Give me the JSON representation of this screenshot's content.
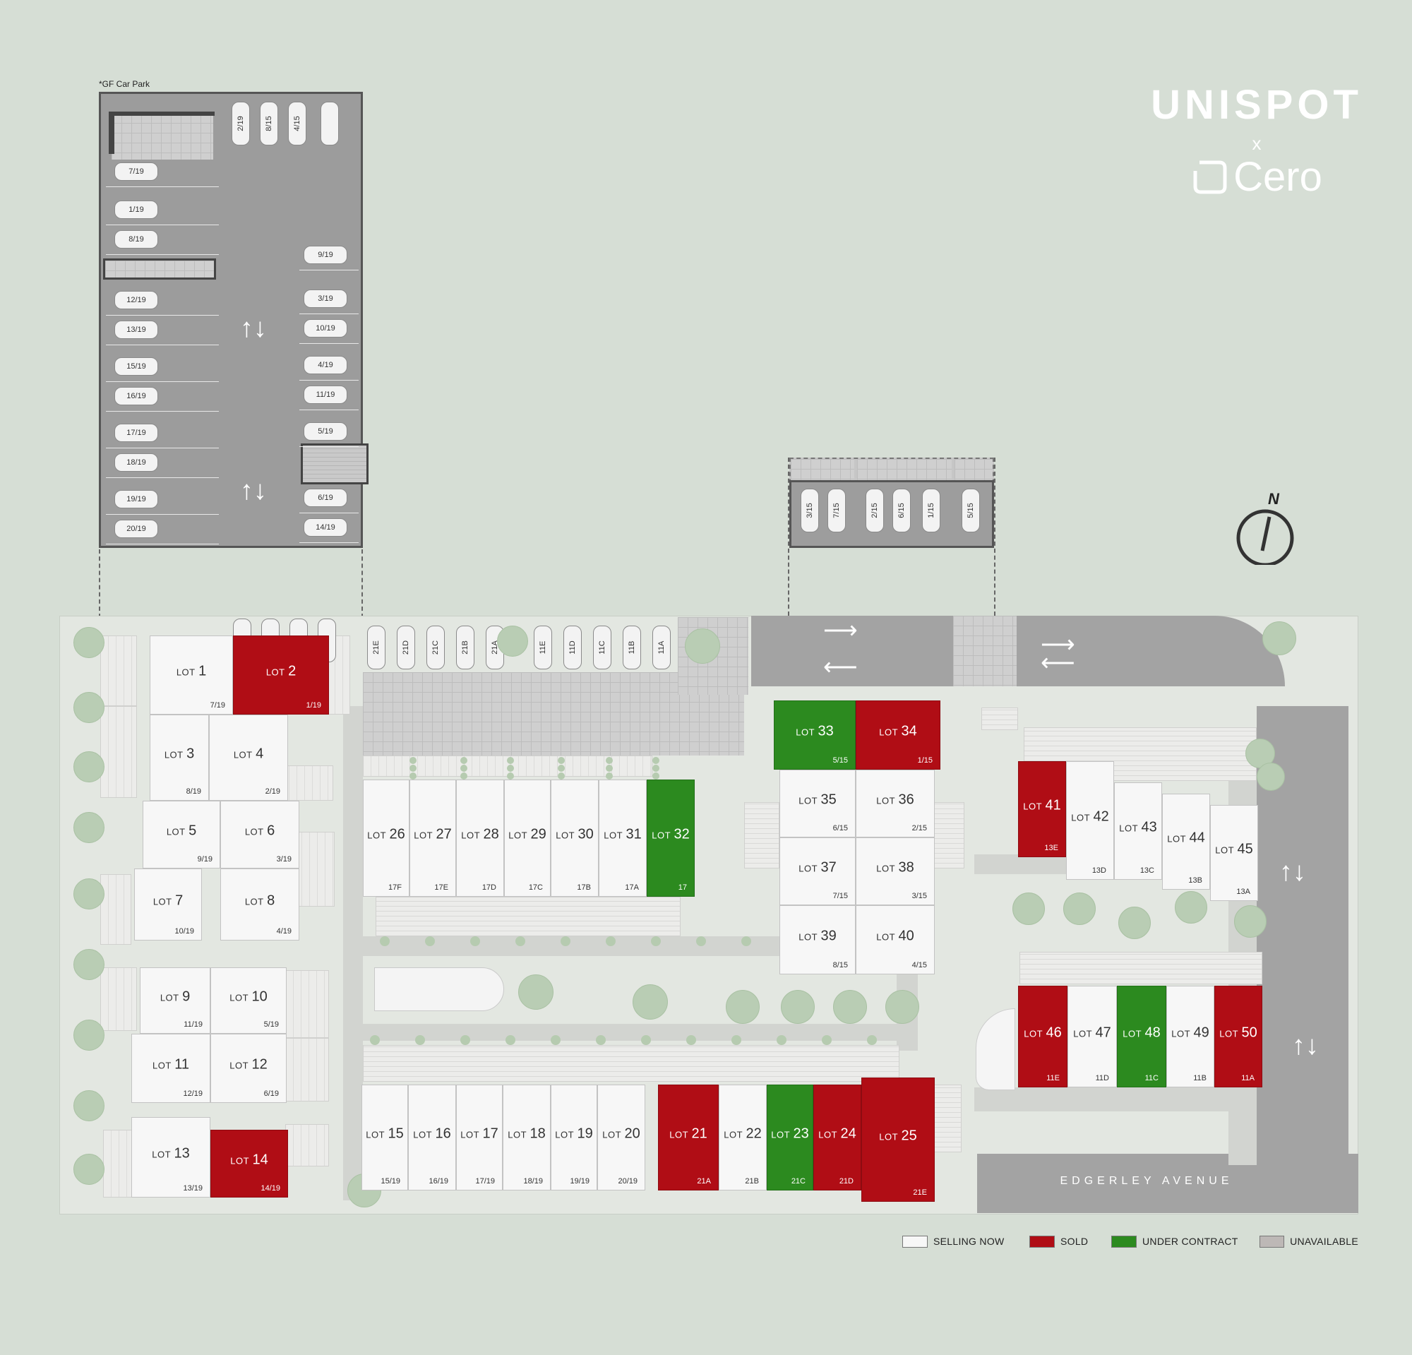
{
  "header": {
    "brand": "UNISPOT",
    "joiner": "x",
    "partner": "Cero",
    "car_park_label": "*GF Car Park"
  },
  "street": {
    "name": "EDGERLEY AVENUE"
  },
  "compass": {
    "label": "N"
  },
  "legend": [
    {
      "label": "SELLING NOW",
      "color": "#f7f7f7"
    },
    {
      "label": "SOLD",
      "color": "#b00d15"
    },
    {
      "label": "UNDER CONTRACT",
      "color": "#2c8a1f"
    },
    {
      "label": "UNAVAILABLE",
      "color": "#bdb8b6"
    }
  ],
  "lot_prefix": "LOT",
  "lots": [
    {
      "num": "1",
      "sub": "7/19",
      "status": "available"
    },
    {
      "num": "2",
      "sub": "1/19",
      "status": "sold"
    },
    {
      "num": "3",
      "sub": "8/19",
      "status": "available"
    },
    {
      "num": "4",
      "sub": "2/19",
      "status": "available"
    },
    {
      "num": "5",
      "sub": "9/19",
      "status": "available"
    },
    {
      "num": "6",
      "sub": "3/19",
      "status": "available"
    },
    {
      "num": "7",
      "sub": "10/19",
      "status": "available"
    },
    {
      "num": "8",
      "sub": "4/19",
      "status": "available"
    },
    {
      "num": "9",
      "sub": "11/19",
      "status": "available"
    },
    {
      "num": "10",
      "sub": "5/19",
      "status": "available"
    },
    {
      "num": "11",
      "sub": "12/19",
      "status": "available"
    },
    {
      "num": "12",
      "sub": "6/19",
      "status": "available"
    },
    {
      "num": "13",
      "sub": "13/19",
      "status": "available"
    },
    {
      "num": "14",
      "sub": "14/19",
      "status": "sold"
    },
    {
      "num": "15",
      "sub": "15/19",
      "status": "available"
    },
    {
      "num": "16",
      "sub": "16/19",
      "status": "available"
    },
    {
      "num": "17",
      "sub": "17/19",
      "status": "available"
    },
    {
      "num": "18",
      "sub": "18/19",
      "status": "available"
    },
    {
      "num": "19",
      "sub": "19/19",
      "status": "available"
    },
    {
      "num": "20",
      "sub": "20/19",
      "status": "available"
    },
    {
      "num": "21",
      "sub": "21A",
      "status": "sold"
    },
    {
      "num": "22",
      "sub": "21B",
      "status": "available"
    },
    {
      "num": "23",
      "sub": "21C",
      "status": "contract"
    },
    {
      "num": "24",
      "sub": "21D",
      "status": "sold"
    },
    {
      "num": "25",
      "sub": "21E",
      "status": "sold"
    },
    {
      "num": "26",
      "sub": "17F",
      "status": "available"
    },
    {
      "num": "27",
      "sub": "17E",
      "status": "available"
    },
    {
      "num": "28",
      "sub": "17D",
      "status": "available"
    },
    {
      "num": "29",
      "sub": "17C",
      "status": "available"
    },
    {
      "num": "30",
      "sub": "17B",
      "status": "available"
    },
    {
      "num": "31",
      "sub": "17A",
      "status": "available"
    },
    {
      "num": "32",
      "sub": "17",
      "status": "contract"
    },
    {
      "num": "33",
      "sub": "5/15",
      "status": "contract"
    },
    {
      "num": "34",
      "sub": "1/15",
      "status": "sold"
    },
    {
      "num": "35",
      "sub": "6/15",
      "status": "available"
    },
    {
      "num": "36",
      "sub": "2/15",
      "status": "available"
    },
    {
      "num": "37",
      "sub": "7/15",
      "status": "available"
    },
    {
      "num": "38",
      "sub": "3/15",
      "status": "available"
    },
    {
      "num": "39",
      "sub": "8/15",
      "status": "available"
    },
    {
      "num": "40",
      "sub": "4/15",
      "status": "available"
    },
    {
      "num": "41",
      "sub": "13E",
      "status": "sold"
    },
    {
      "num": "42",
      "sub": "13D",
      "status": "available"
    },
    {
      "num": "43",
      "sub": "13C",
      "status": "available"
    },
    {
      "num": "44",
      "sub": "13B",
      "status": "available"
    },
    {
      "num": "45",
      "sub": "13A",
      "status": "available"
    },
    {
      "num": "46",
      "sub": "11E",
      "status": "sold"
    },
    {
      "num": "47",
      "sub": "11D",
      "status": "available"
    },
    {
      "num": "48",
      "sub": "11C",
      "status": "contract"
    },
    {
      "num": "49",
      "sub": "11B",
      "status": "available"
    },
    {
      "num": "50",
      "sub": "11A",
      "status": "sold"
    }
  ],
  "parking": {
    "carpark_top": [
      "2/19",
      "8/15",
      "4/15"
    ],
    "carpark_left": [
      "7/19",
      "1/19",
      "8/19",
      "12/19",
      "13/19",
      "15/19",
      "16/19",
      "17/19",
      "18/19",
      "19/19",
      "20/19"
    ],
    "carpark_right": [
      "9/19",
      "3/19",
      "10/19",
      "4/19",
      "11/19",
      "5/19",
      "6/19",
      "14/19"
    ],
    "street_top": [
      "21E",
      "21D",
      "21C",
      "21B",
      "21A",
      "11E",
      "11D",
      "11C",
      "11B",
      "11A"
    ],
    "garage_top": [
      "3/15",
      "7/15",
      "2/15",
      "6/15",
      "1/15",
      "5/15"
    ]
  }
}
